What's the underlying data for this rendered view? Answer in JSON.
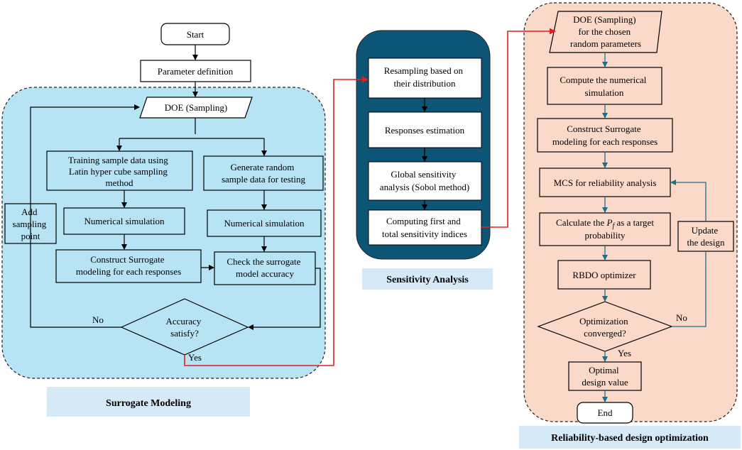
{
  "surrogate": {
    "start": "Start",
    "param_def": "Parameter definition",
    "doe": "DOE (Sampling)",
    "training": [
      "Training sample data using",
      "Latin hyper cube sampling",
      "method"
    ],
    "generate": [
      "Generate random",
      "sample data for testing"
    ],
    "num_sim_left": "Numerical simulation",
    "num_sim_right": "Numerical simulation",
    "construct": [
      "Construct Surrogate",
      "modeling for each responses"
    ],
    "check": [
      "Check the surrogate",
      "model accuracy"
    ],
    "decision": [
      "Accuracy",
      "satisfy?"
    ],
    "add_point": [
      "Add",
      "sampling",
      "point"
    ],
    "no": "No",
    "yes": "Yes",
    "section_label": "Surrogate Modeling"
  },
  "sensitivity": {
    "resampling": [
      "Resampling based on",
      "their distribution"
    ],
    "responses": "Responses estimation",
    "global": [
      "Global sensitivity",
      "analysis (Sobol method)"
    ],
    "computing": [
      "Computing first and",
      "total sensitivity indices"
    ],
    "section_label": "Sensitivity Analysis"
  },
  "rbdo": {
    "doe": [
      "DOE (Sampling)",
      "for the chosen",
      "random parameters"
    ],
    "compute": [
      "Compute the numerical",
      "simulation"
    ],
    "construct": [
      "Construct Surrogate",
      "modeling for each responses"
    ],
    "mcs": "MCS for reliability analysis",
    "calculate_pre": "Calculate the ",
    "calculate_sym": "P",
    "calculate_sub": "f",
    "calculate_post": " as a target",
    "calculate_line2": "probability",
    "optimizer": "RBDO optimizer",
    "decision": [
      "Optimization",
      "converged?"
    ],
    "update": [
      "Update",
      "the design"
    ],
    "optimal": [
      "Optimal",
      "design value"
    ],
    "end": "End",
    "no": "No",
    "yes": "Yes",
    "section_label": "Reliability-based design optimization"
  },
  "colors": {
    "surrogate_bg": "#b7e4f4",
    "sensitivity_bg": "#0d5577",
    "rbdo_bg": "#fbd9c9",
    "label_bg": "#d6e9f7",
    "teal": "#1b6e8c",
    "red": "#e02020"
  }
}
